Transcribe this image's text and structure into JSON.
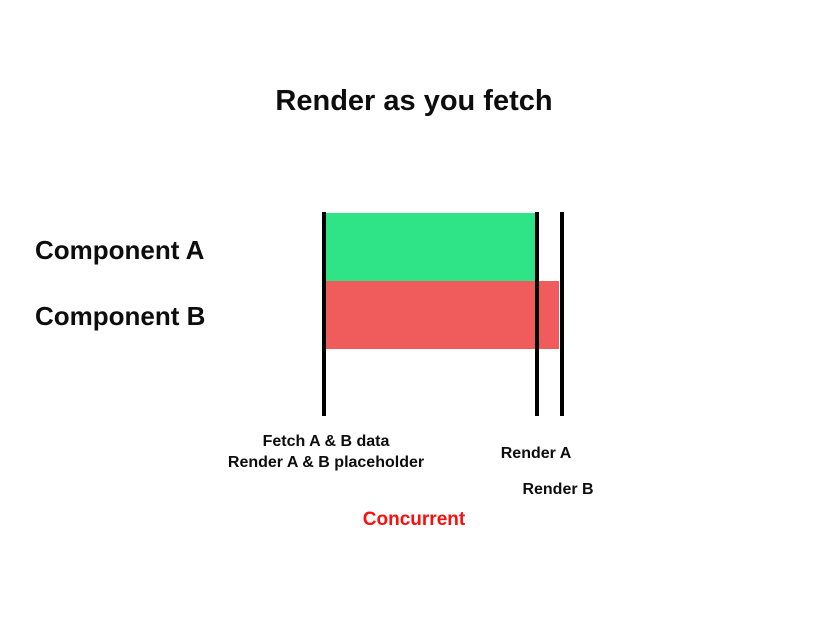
{
  "title": "Render as you fetch",
  "diagram": {
    "rows": [
      {
        "label": "Component A",
        "bar_color": "#2ee487"
      },
      {
        "label": "Component B",
        "bar_color": "#f05b5b"
      }
    ],
    "milestones": [
      {
        "lines": [
          "Fetch A & B data",
          "Render A & B placeholder"
        ]
      },
      {
        "lines": [
          "Render A"
        ]
      },
      {
        "lines": [
          "Render B"
        ]
      }
    ],
    "footer": {
      "label": "Concurrent",
      "color": "#fa0f0f"
    }
  },
  "colors": {
    "timeline_line": "#000000",
    "text": "#0d0d0d",
    "background": "#ffffff"
  }
}
